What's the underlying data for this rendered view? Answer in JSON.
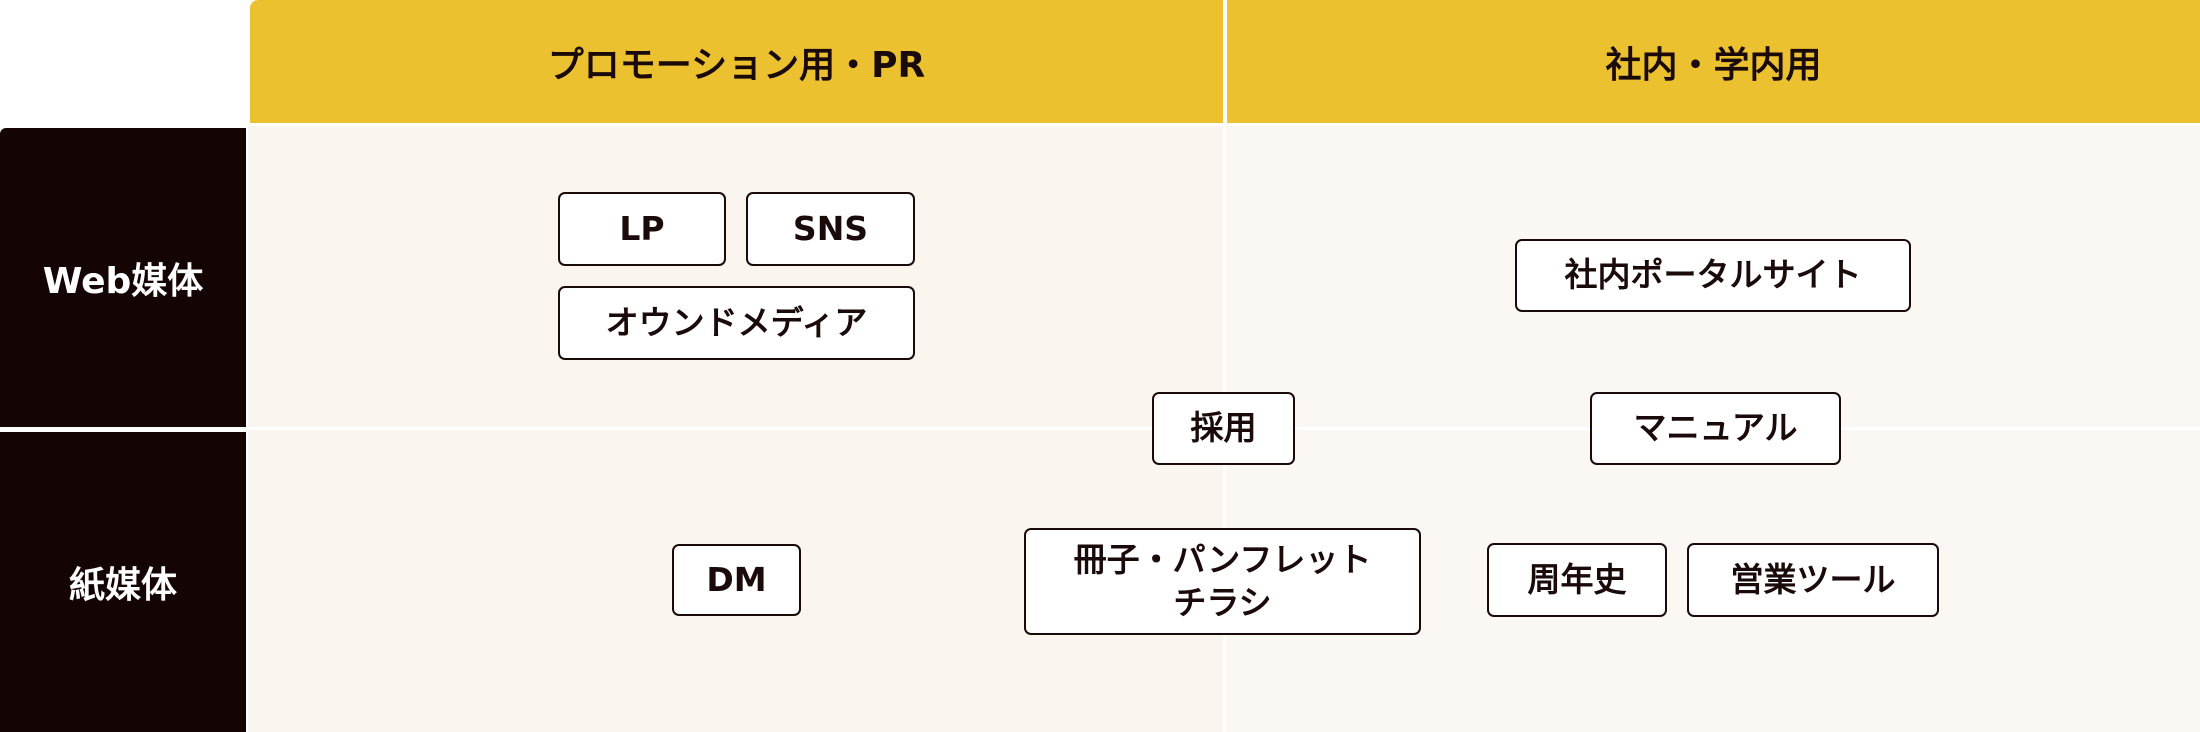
{
  "columns": {
    "promotion": "プロモーション用・PR",
    "internal": "社内・学内用"
  },
  "rows": {
    "web": "Web媒体",
    "paper": "紙媒体"
  },
  "items": {
    "lp": "LP",
    "sns": "SNS",
    "owned_media": "オウンドメディア",
    "portal": "社内ポータルサイト",
    "recruit": "採用",
    "manual": "マニュアル",
    "dm": "DM",
    "booklet_line1": "冊子・パンフレット",
    "booklet_line2": "チラシ",
    "history": "周年史",
    "sales_tool": "営業ツール"
  }
}
